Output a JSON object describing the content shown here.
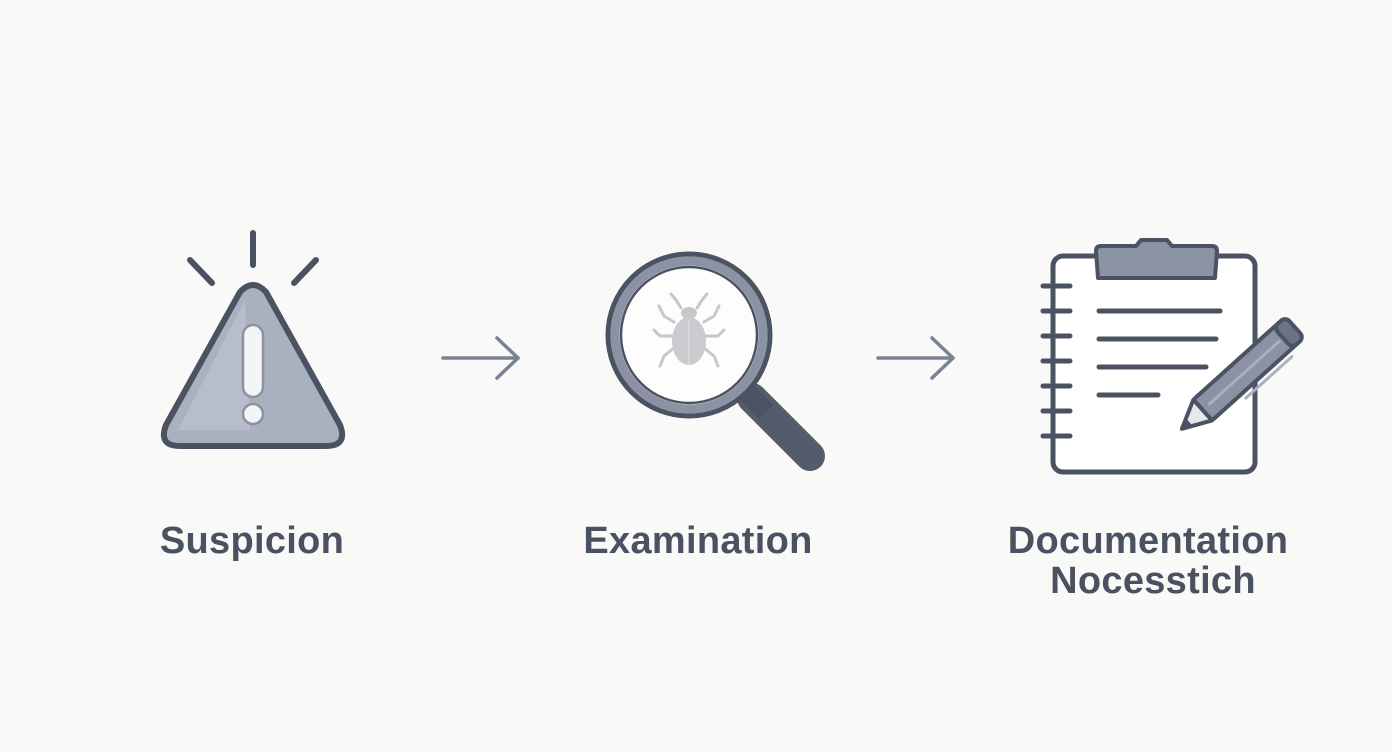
{
  "steps": [
    {
      "icon": "warning-triangle-icon",
      "label": "Suspicion"
    },
    {
      "icon": "magnifying-glass-bug-icon",
      "label": "Examination"
    },
    {
      "icon": "clipboard-pencil-icon",
      "label_line1": "Documentation",
      "label_line2": "Nocesstich"
    }
  ],
  "colors": {
    "stroke": "#4b5262",
    "fill_light": "#a9b0be",
    "fill_mid": "#8a92a3",
    "bug": "#c5c7ca",
    "arrow": "#7a8293",
    "text": "#4a5262",
    "background": "#f9f9f8"
  }
}
